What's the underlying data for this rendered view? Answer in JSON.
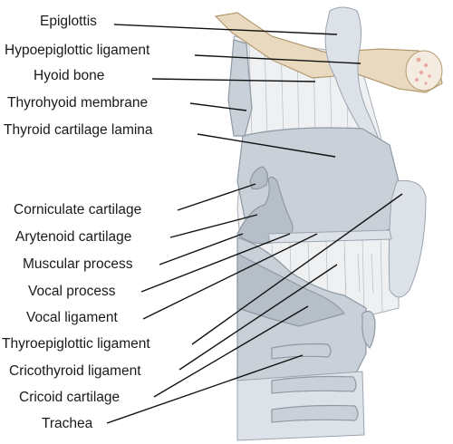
{
  "labels": {
    "epiglottis": "Epiglottis",
    "hypoepiglottic_ligament": "Hypoepiglottic ligament",
    "hyoid_bone": "Hyoid bone",
    "thyrohyoid_membrane": "Thyrohyoid membrane",
    "thyroid_cartilage_lamina": "Thyroid cartilage lamina",
    "corniculate_cartilage": "Corniculate cartilage",
    "arytenoid_cartilage": "Arytenoid cartilage",
    "muscular_process": "Muscular process",
    "vocal_process": "Vocal process",
    "vocal_ligament": "Vocal ligament",
    "thyroepiglottic_ligament": "Thyroepiglottic ligament",
    "cricothyroid_ligament": "Cricothyroid ligament",
    "cricoid_cartilage": "Cricoid cartilage",
    "trachea": "Trachea"
  },
  "colors": {
    "cartilage": "#c9d0d8",
    "membrane": "#eef0f2",
    "bone": "#e8d9bf",
    "marrow": "#e9a8a0",
    "leader": "#111111"
  }
}
